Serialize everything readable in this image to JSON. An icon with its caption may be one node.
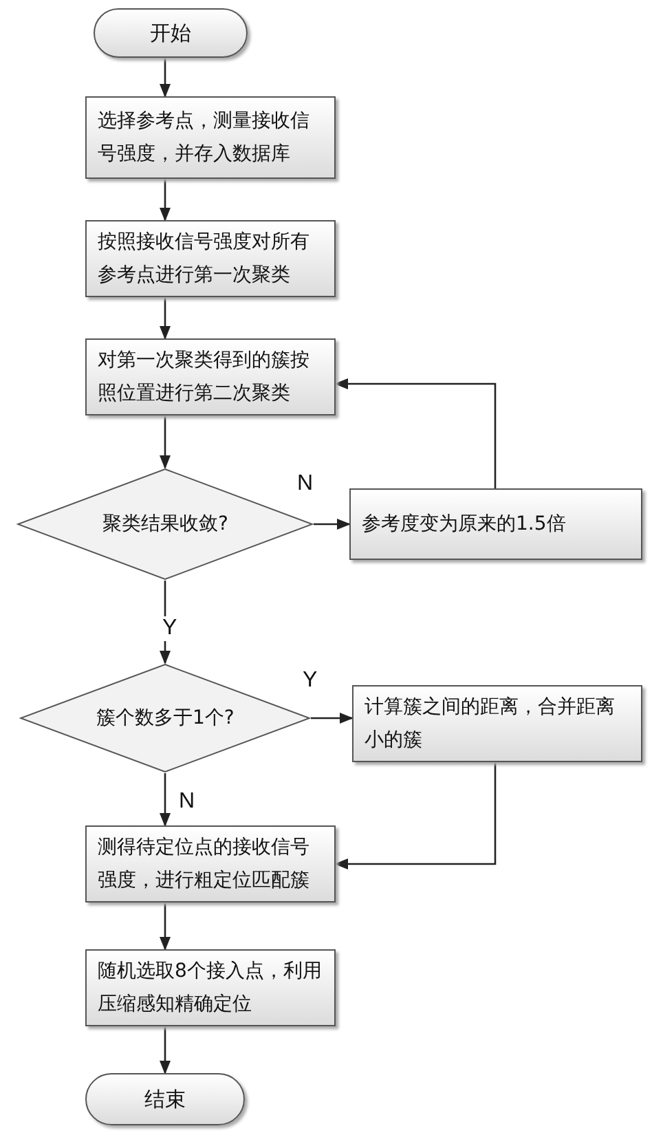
{
  "diagram": {
    "nodes": [
      {
        "text": [
          "开始"
        ]
      },
      {
        "text": [
          "选择参考点，测量接收信号强度，并存入数据库"
        ]
      },
      {
        "text": [
          "按照接收信号强度对所有参考点进行第一次聚类"
        ]
      },
      {
        "text": [
          "对第一次聚类得到的簇按照位置进行第二次聚类"
        ]
      },
      {
        "text": [
          "聚类结果收敛?"
        ]
      },
      {
        "text": [
          "参考度变为原来的1.5倍"
        ]
      },
      {
        "text": [
          "簇个数多于1个?"
        ]
      },
      {
        "text": [
          "计算簇之间的距离，合并距离小的簇"
        ]
      },
      {
        "text": [
          "测得待定位点的接收信号强度，进行粗定位匹配簇"
        ]
      },
      {
        "text": [
          "随机选取8个接入点，利用压缩感知精确定位"
        ]
      },
      {
        "text": [
          "结束"
        ]
      }
    ],
    "edges": [
      {
        "from": 0,
        "to": 1,
        "arrow": "to"
      },
      {
        "from": 1,
        "to": 2,
        "arrow": "to"
      },
      {
        "from": 2,
        "to": 3,
        "arrow": "to"
      },
      {
        "from": 3,
        "to": 4,
        "arrow": "to"
      },
      {
        "from": 4,
        "to": 5,
        "arrow": "to",
        "label": "N"
      },
      {
        "from": 5,
        "to": 3,
        "arrow": "to"
      },
      {
        "from": 4,
        "to": 6,
        "arrow": "to",
        "label": "Y"
      },
      {
        "from": 6,
        "to": 7,
        "arrow": "to",
        "label": "Y"
      },
      {
        "from": 7,
        "to": 8,
        "arrow": "to"
      },
      {
        "from": 6,
        "to": 8,
        "arrow": "to",
        "label": "N"
      },
      {
        "from": 8,
        "to": 9,
        "arrow": "to"
      },
      {
        "from": 9,
        "to": 10,
        "arrow": "to"
      }
    ]
  }
}
